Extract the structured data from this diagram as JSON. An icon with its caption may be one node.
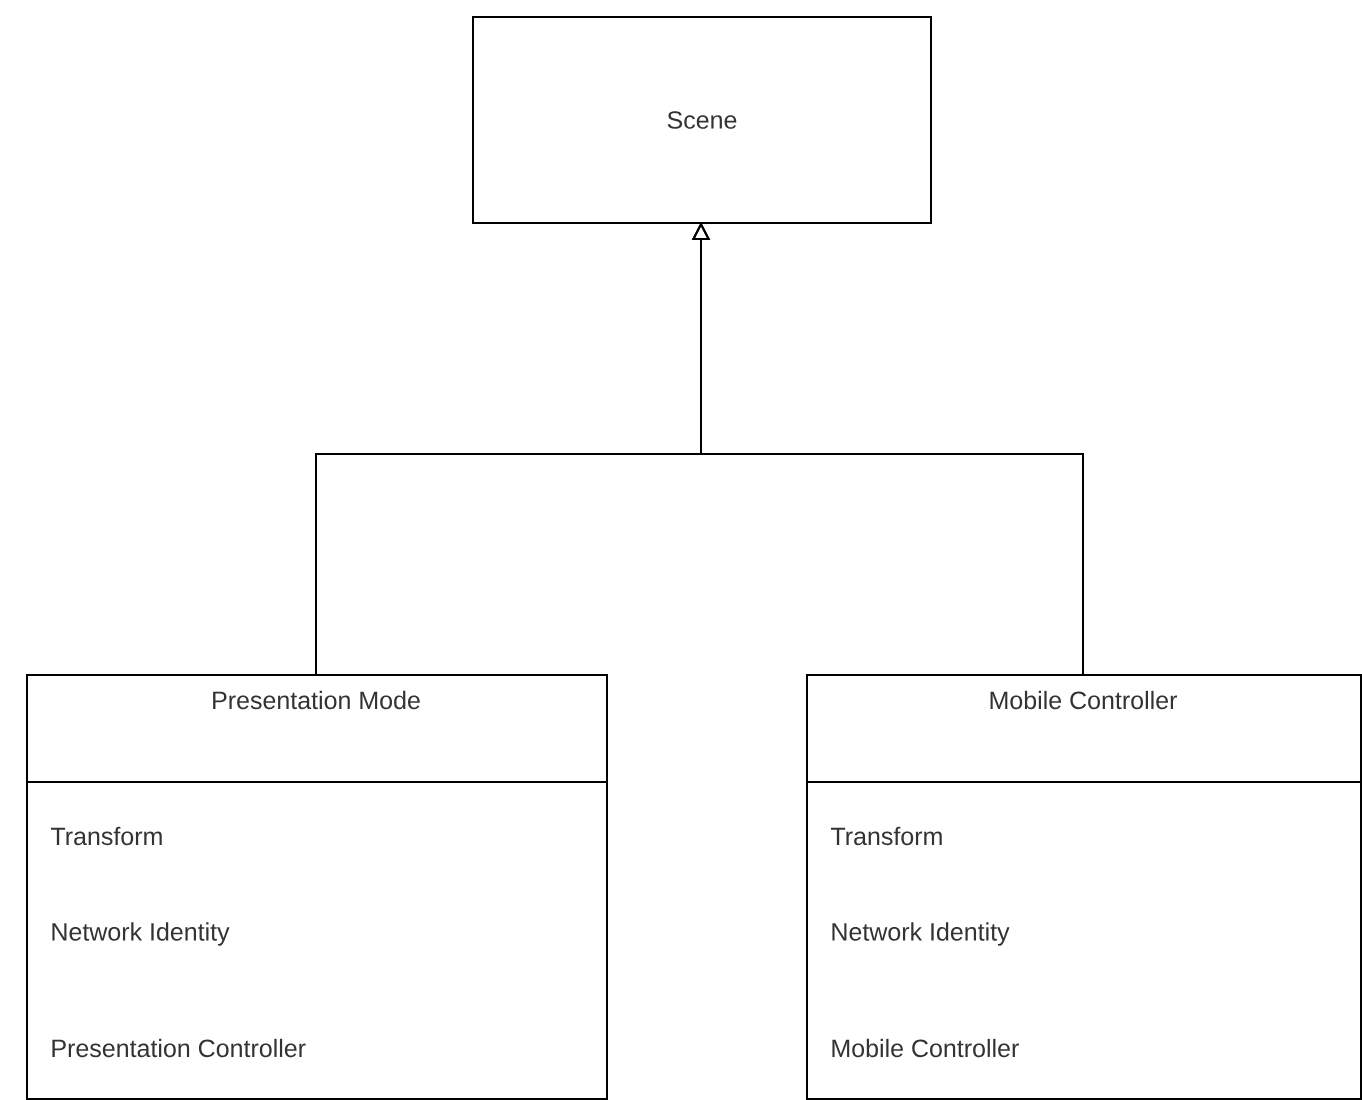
{
  "diagram": {
    "nodes": [
      {
        "text": [
          "Scene"
        ]
      },
      {
        "text": [
          "Presentation Mode",
          "Transform",
          "Network Identity",
          "Presentation Controller"
        ]
      },
      {
        "text": [
          "Mobile Controller",
          "Transform",
          "Network Identity",
          "Mobile Controller"
        ]
      }
    ],
    "edges": [
      {
        "from": 1,
        "to": 0,
        "arrow": "to"
      },
      {
        "from": 2,
        "to": 0,
        "arrow": "to"
      }
    ]
  }
}
